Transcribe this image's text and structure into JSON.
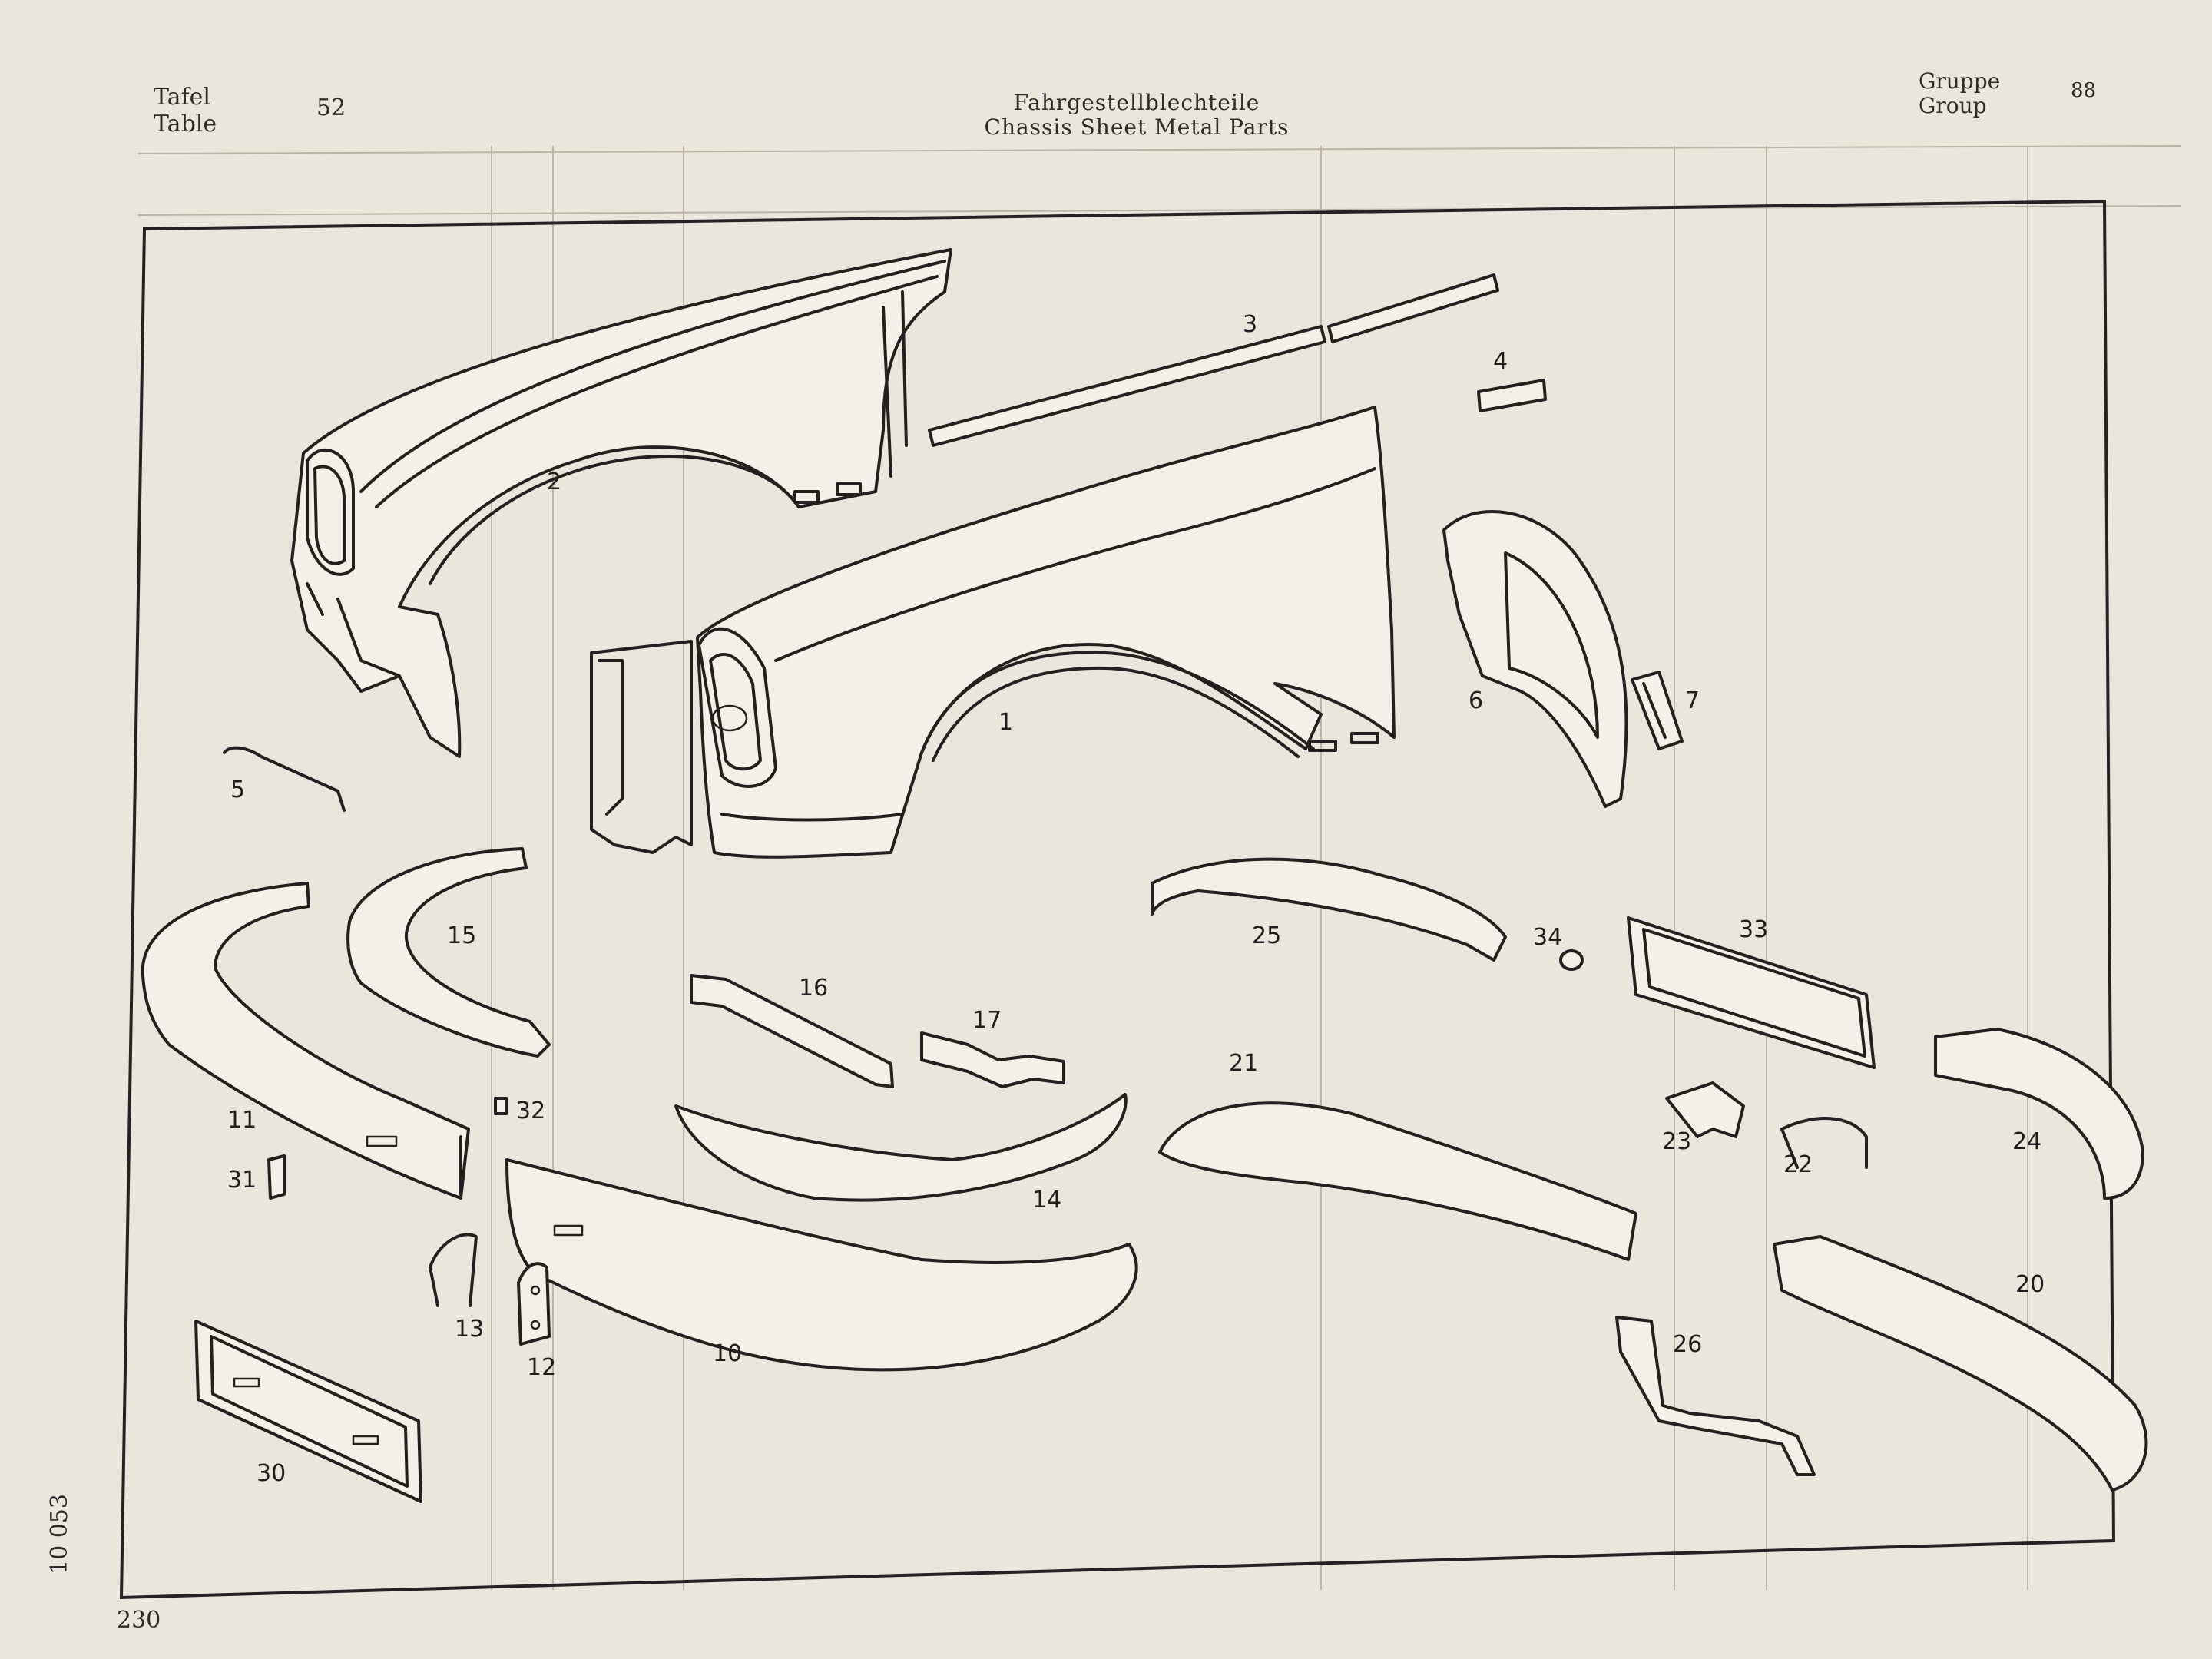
{
  "header": {
    "tafel_de": "Tafel",
    "tafel_en": "Table",
    "table_number": "52",
    "title_de": "Fahrgestellblechteile",
    "title_en": "Chassis Sheet Metal Parts",
    "group_de": "Gruppe",
    "group_en": "Group",
    "group_number": "88"
  },
  "page_number": "230",
  "side_code": "10 053",
  "part_labels": [
    "1",
    "2",
    "3",
    "4",
    "5",
    "6",
    "7",
    "10",
    "11",
    "12",
    "13",
    "14",
    "15",
    "16",
    "17",
    "20",
    "21",
    "22",
    "23",
    "24",
    "25",
    "26",
    "30",
    "31",
    "32",
    "33",
    "34"
  ]
}
